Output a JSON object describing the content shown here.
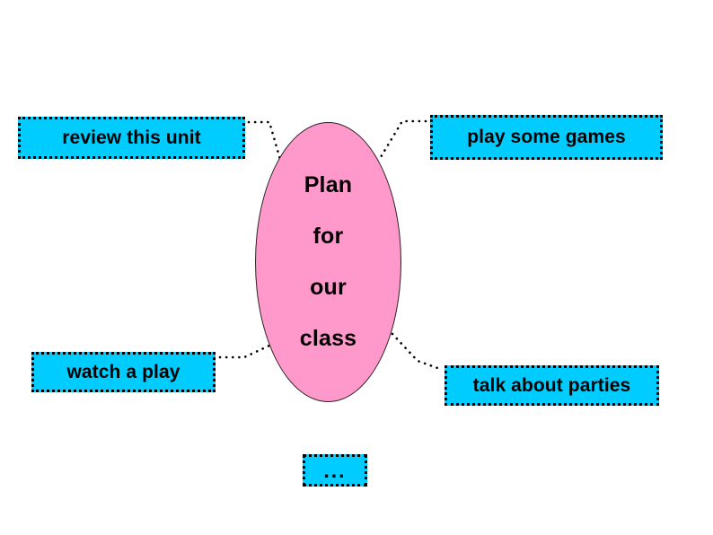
{
  "center": {
    "name": "center-ellipse",
    "lines": [
      "Plan",
      "for",
      "our",
      "class"
    ],
    "fill_color": "#ff99cc",
    "border_color": "#2a2020",
    "text_color": "#000000"
  },
  "branches": [
    {
      "id": "review",
      "label": "review this unit",
      "position": "top-left"
    },
    {
      "id": "games",
      "label": "play some games",
      "position": "top-right"
    },
    {
      "id": "watch",
      "label": "watch a play",
      "position": "bottom-left"
    },
    {
      "id": "parties",
      "label": "talk about parties",
      "position": "bottom-right"
    },
    {
      "id": "dots",
      "label": "...",
      "position": "bottom-center"
    }
  ],
  "style": {
    "box_fill": "#00ccff",
    "box_border": "#000000",
    "connector_color": "#000000",
    "background": "#ffffff"
  }
}
